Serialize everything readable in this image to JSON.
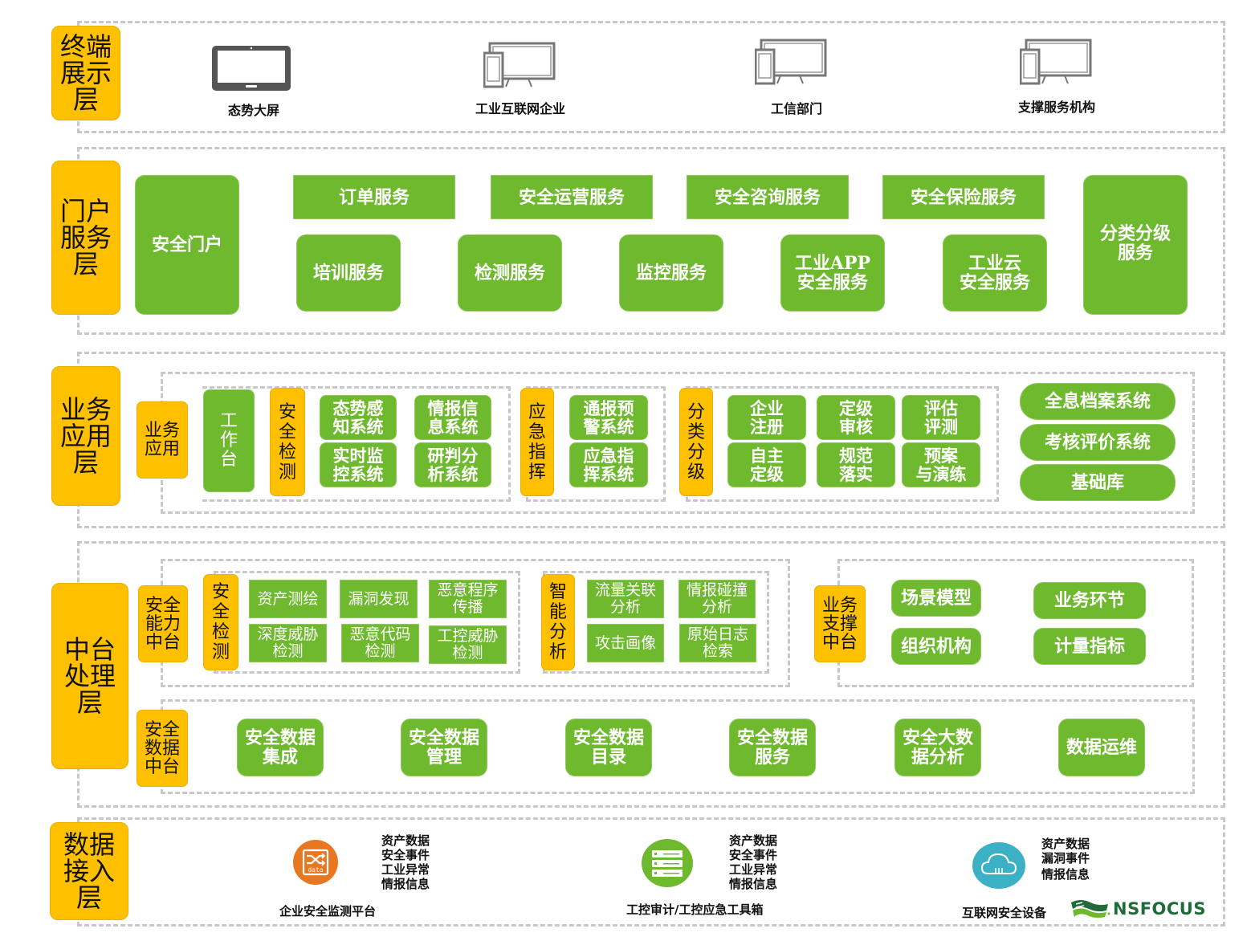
{
  "layers": {
    "terminal": {
      "label": "终端\n展示\n层",
      "items": [
        {
          "icon": "tablet-icon",
          "label": "态势大屏"
        },
        {
          "icon": "desktop-mobile-icon",
          "label": "工业互联网企业"
        },
        {
          "icon": "desktop-mobile-icon",
          "label": "工信部门"
        },
        {
          "icon": "desktop-mobile-icon",
          "label": "支撑服务机构"
        }
      ]
    },
    "portal": {
      "label": "门户\n服务\n层",
      "security_portal": "安全门户",
      "top_row": [
        "订单服务",
        "安全运营服务",
        "安全咨询服务",
        "安全保险服务"
      ],
      "bottom_row": [
        "培训服务",
        "检测服务",
        "监控服务",
        "工业APP\n安全服务",
        "工业云\n安全服务"
      ],
      "classification": "分类分级\n服务"
    },
    "business": {
      "label": "业务\n应用\n层",
      "sub_label": "业务\n应用",
      "workbench": "工\n作\n台",
      "security_detection": {
        "label": "安\n全\n检\n测",
        "items": [
          "态势感\n知系统",
          "情报信\n息系统",
          "实时监\n控系统",
          "研判分\n析系统"
        ]
      },
      "emergency": {
        "label": "应\n急\n指\n挥",
        "items": [
          "通报预\n警系统",
          "应急指\n挥系统"
        ]
      },
      "classification": {
        "label": "分\n类\n分\n级",
        "items": [
          "企业\n注册",
          "定级\n审核",
          "评估\n评测",
          "自主\n定级",
          "规范\n落实",
          "预案\n与演练"
        ]
      },
      "systems": [
        "全息档案系统",
        "考核评价系统",
        "基础库"
      ]
    },
    "middle": {
      "label": "中台\n处理\n层",
      "capability": {
        "label": "安全\n能力\n中台",
        "detection": {
          "label": "安\n全\n检\n测",
          "items": [
            "资产测绘",
            "漏洞发现",
            "恶意程序\n传播",
            "深度威胁\n检测",
            "恶意代码\n检测",
            "工控威胁\n检测"
          ]
        },
        "analysis": {
          "label": "智\n能\n分\n析",
          "items": [
            "流量关联\n分析",
            "情报碰撞\n分析",
            "攻击画像",
            "原始日志\n检索"
          ]
        }
      },
      "support": {
        "label": "业务\n支撑\n中台",
        "items": [
          "场景模型",
          "业务环节",
          "组织机构",
          "计量指标"
        ]
      },
      "data_platform": {
        "label": "安全\n数据\n中台",
        "items": [
          "安全数据\n集成",
          "安全数据\n管理",
          "安全数据\n目录",
          "安全数据\n服务",
          "安全大数\n据分析",
          "数据运维"
        ]
      }
    },
    "access": {
      "label": "数据\n接入\n层",
      "sources": [
        {
          "icon": "data-shuffle-icon",
          "color": "#e87722",
          "label": "企业安全监测平台",
          "data": [
            "资产数据",
            "安全事件",
            "工业异常",
            "情报信息"
          ]
        },
        {
          "icon": "server-icon",
          "color": "#6fb92f",
          "label": "工控审计/工控应急工具箱",
          "data": [
            "资产数据",
            "安全事件",
            "工业异常",
            "情报信息"
          ]
        },
        {
          "icon": "cloud-icon",
          "color": "#3cb0c4",
          "label": "互联网安全设备",
          "data": [
            "资产数据",
            "漏洞事件",
            "情报信息"
          ]
        }
      ],
      "logo": "NSFOCUS"
    }
  },
  "colors": {
    "layer_label": "#ffc000",
    "module_green": "#6fb92f",
    "dash_border": "#c8c8c8",
    "logo_green": "#1f6b3a"
  }
}
